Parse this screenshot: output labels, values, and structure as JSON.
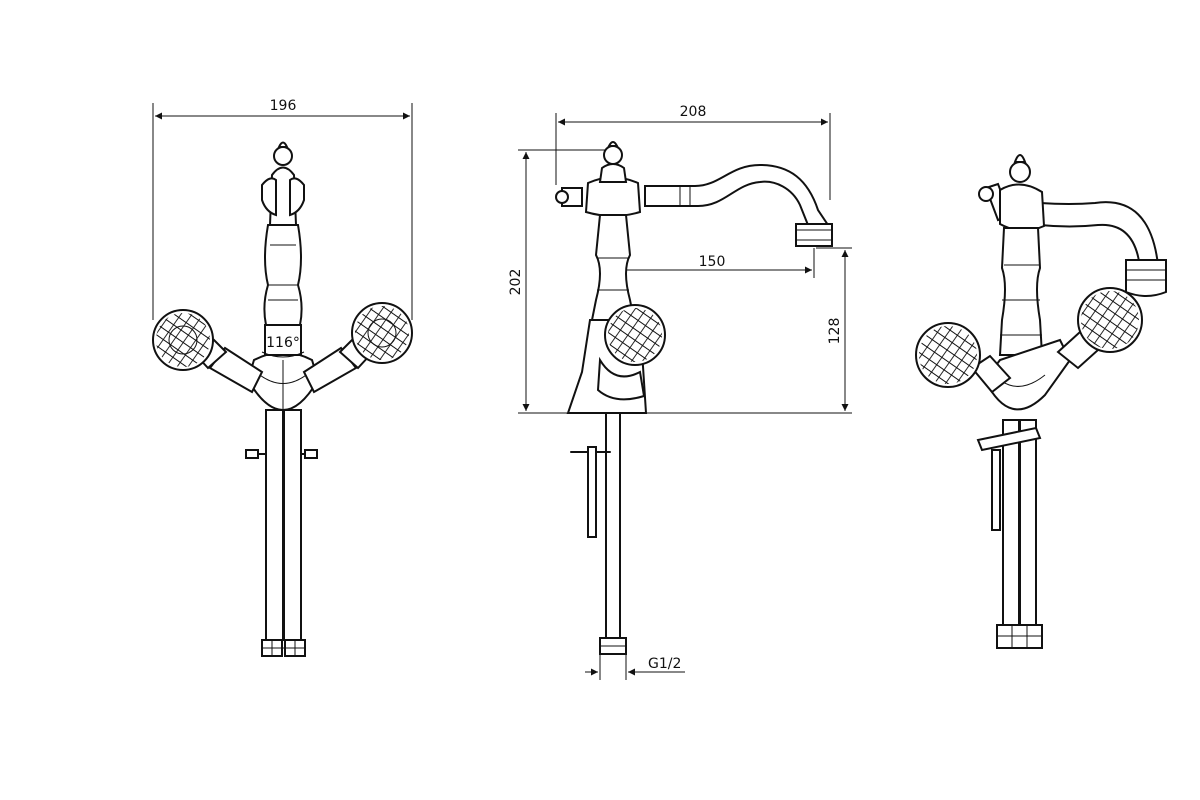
{
  "dimensions": {
    "front_width": "196",
    "handle_angle": "116°",
    "side_width": "208",
    "side_height": "202",
    "spout_reach": "150",
    "spout_height": "128",
    "connection": "G1/2"
  }
}
